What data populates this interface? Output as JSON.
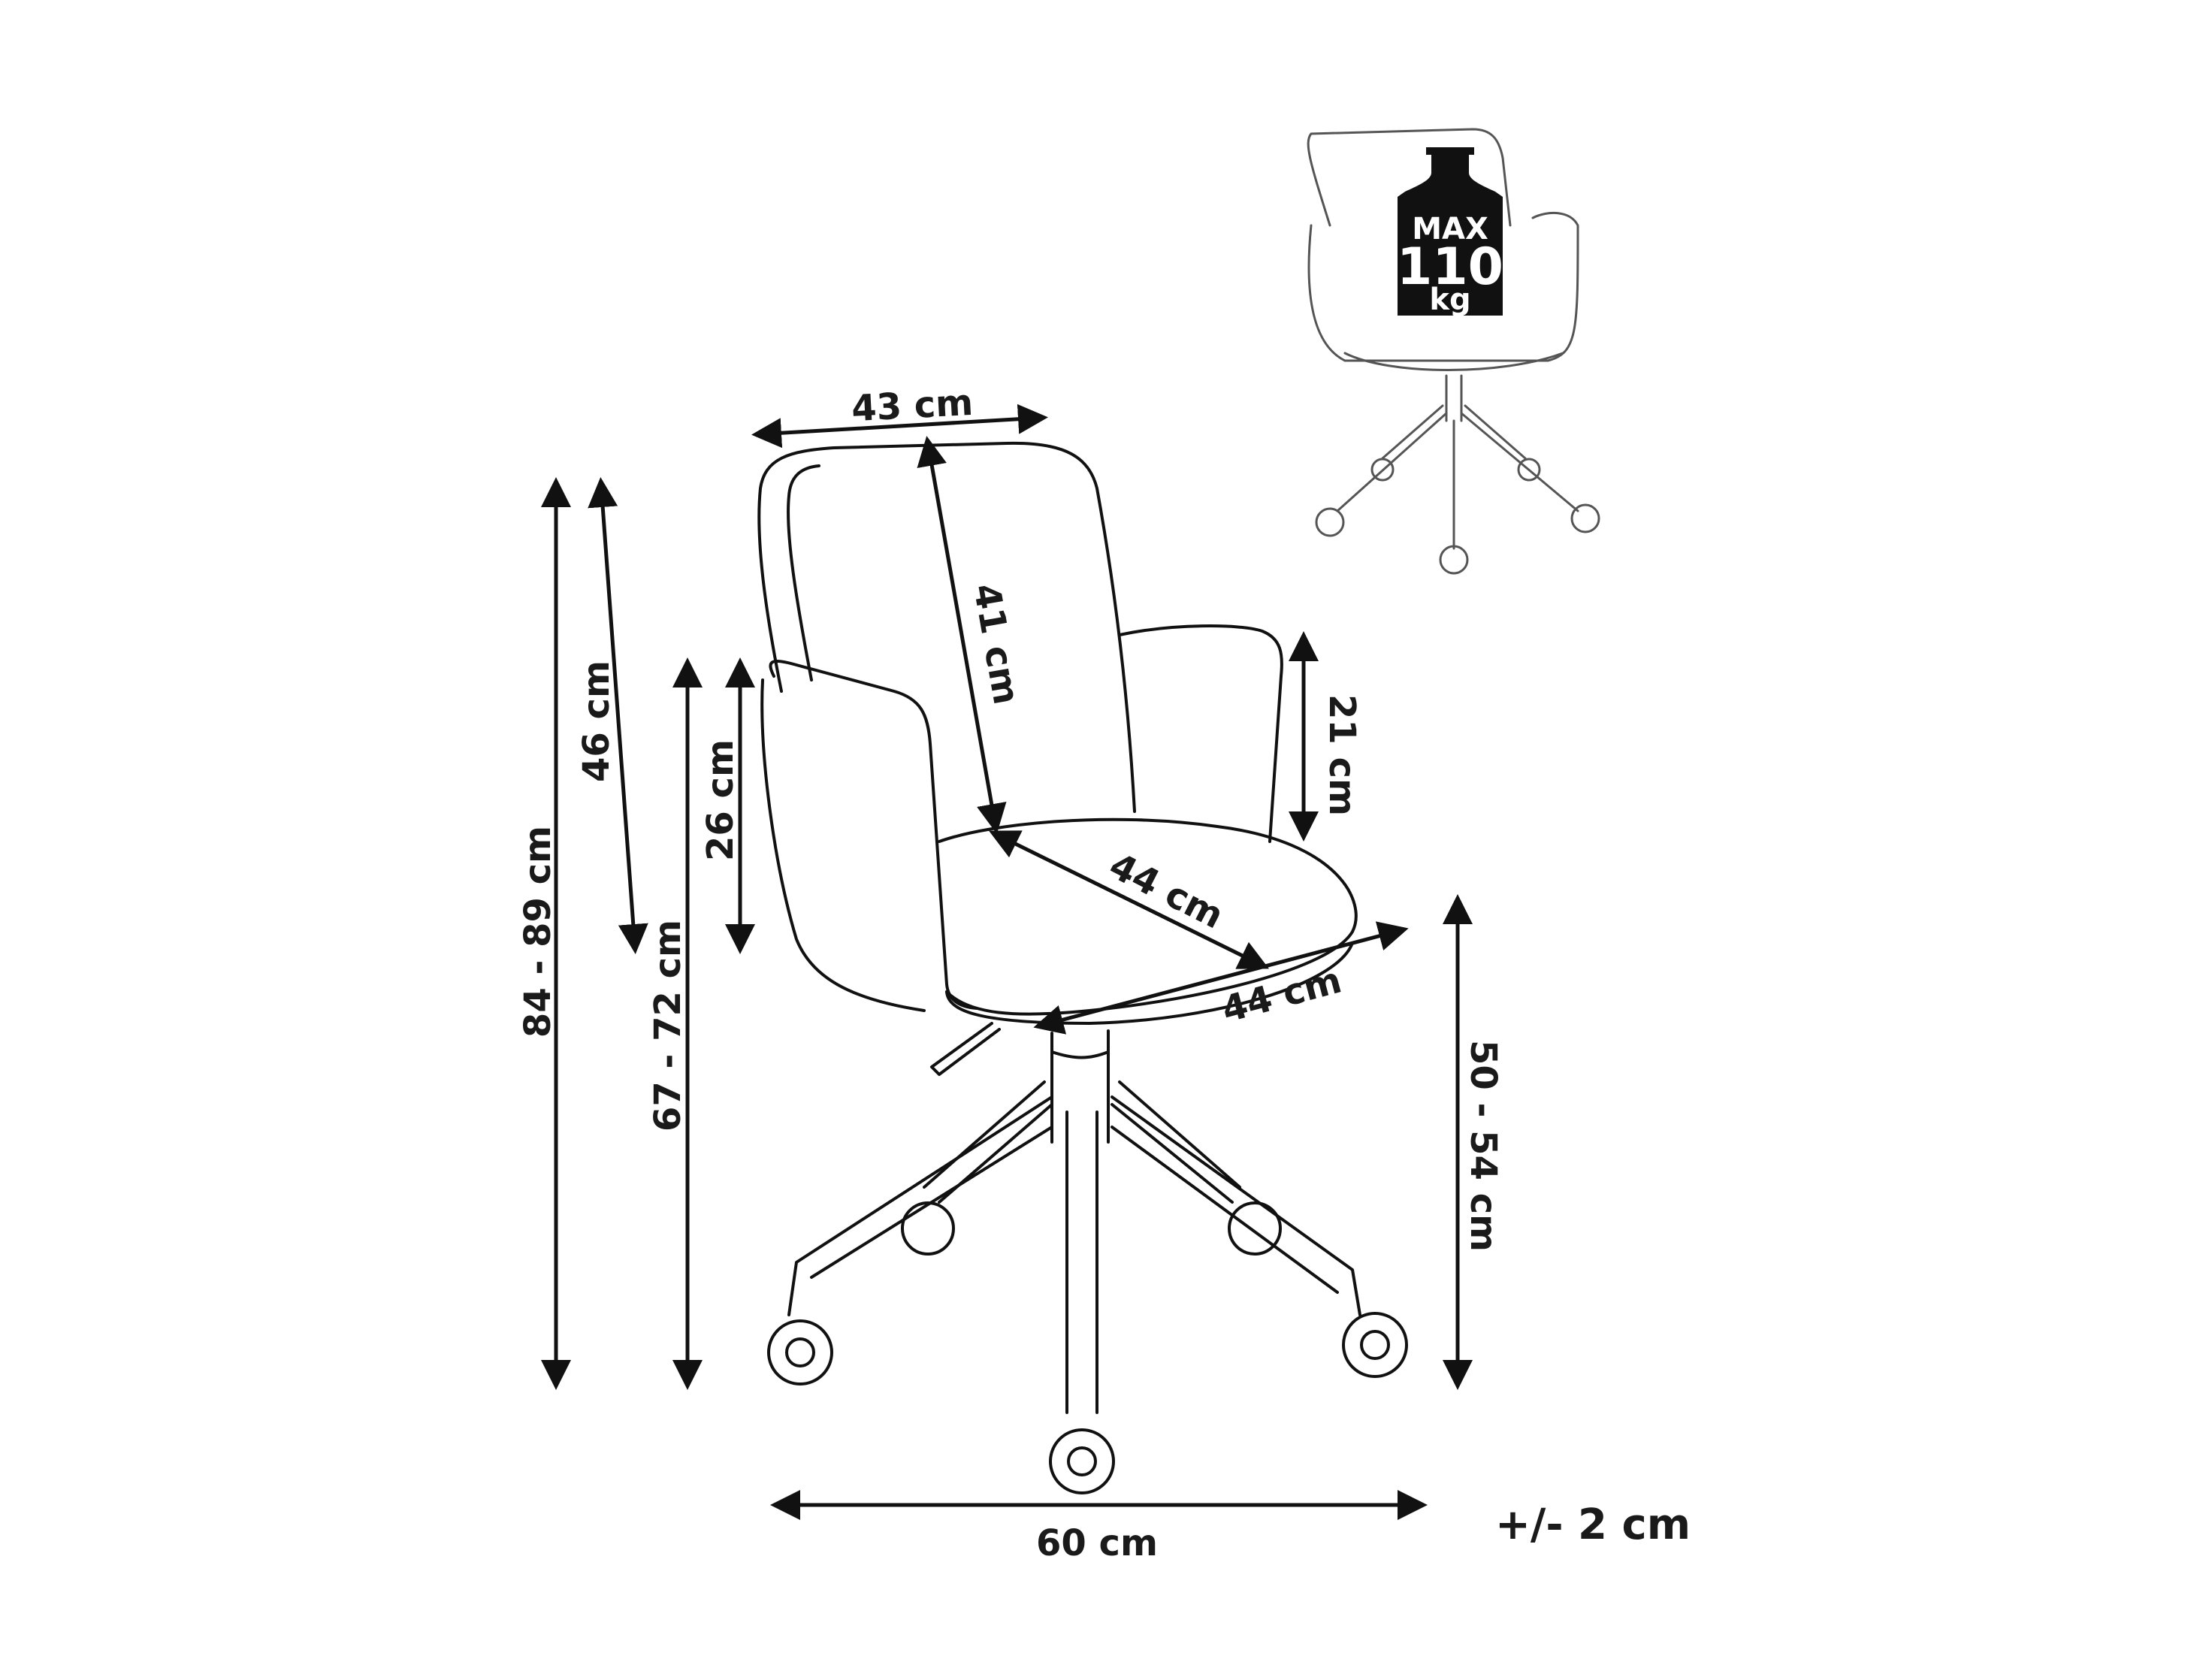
{
  "dimensions": {
    "seat_back_width": "43 cm",
    "backrest_height": "41 cm",
    "armrest_height": "21 cm",
    "seat_depth": "44 cm",
    "seat_width": "44 cm",
    "total_height": "84 - 89 cm",
    "back_height_from_seat": "46 cm",
    "armrest_from_seat": "26 cm",
    "arm_height_from_floor": "67 - 72 cm",
    "seat_height": "50 - 54 cm",
    "base_width": "60 cm"
  },
  "tolerance": "+/- 2 cm",
  "load_badge": {
    "line1": "MAX",
    "line2": "110",
    "line3": "kg"
  }
}
